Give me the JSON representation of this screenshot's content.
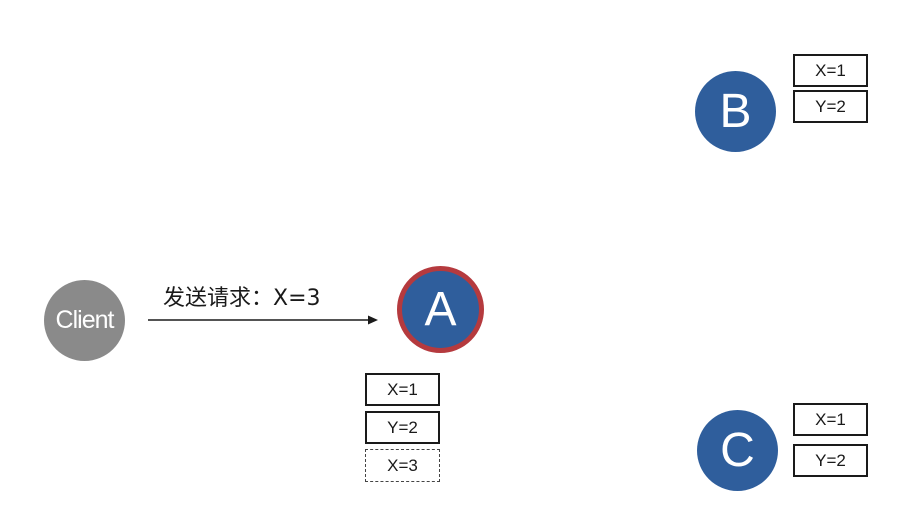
{
  "request_label": "发送请求：X=3",
  "nodes": {
    "client": "Client",
    "a": "A",
    "b": "B",
    "c": "C"
  },
  "node_a_store": [
    "X=1",
    "Y=2"
  ],
  "node_a_pending": "X=3",
  "node_b_store": [
    "X=1",
    "Y=2"
  ],
  "node_c_store": [
    "X=1",
    "Y=2"
  ],
  "colors": {
    "node_fill": "#2f5e9c",
    "client_fill": "#8a8a8a",
    "active_border": "#b53a3e"
  }
}
